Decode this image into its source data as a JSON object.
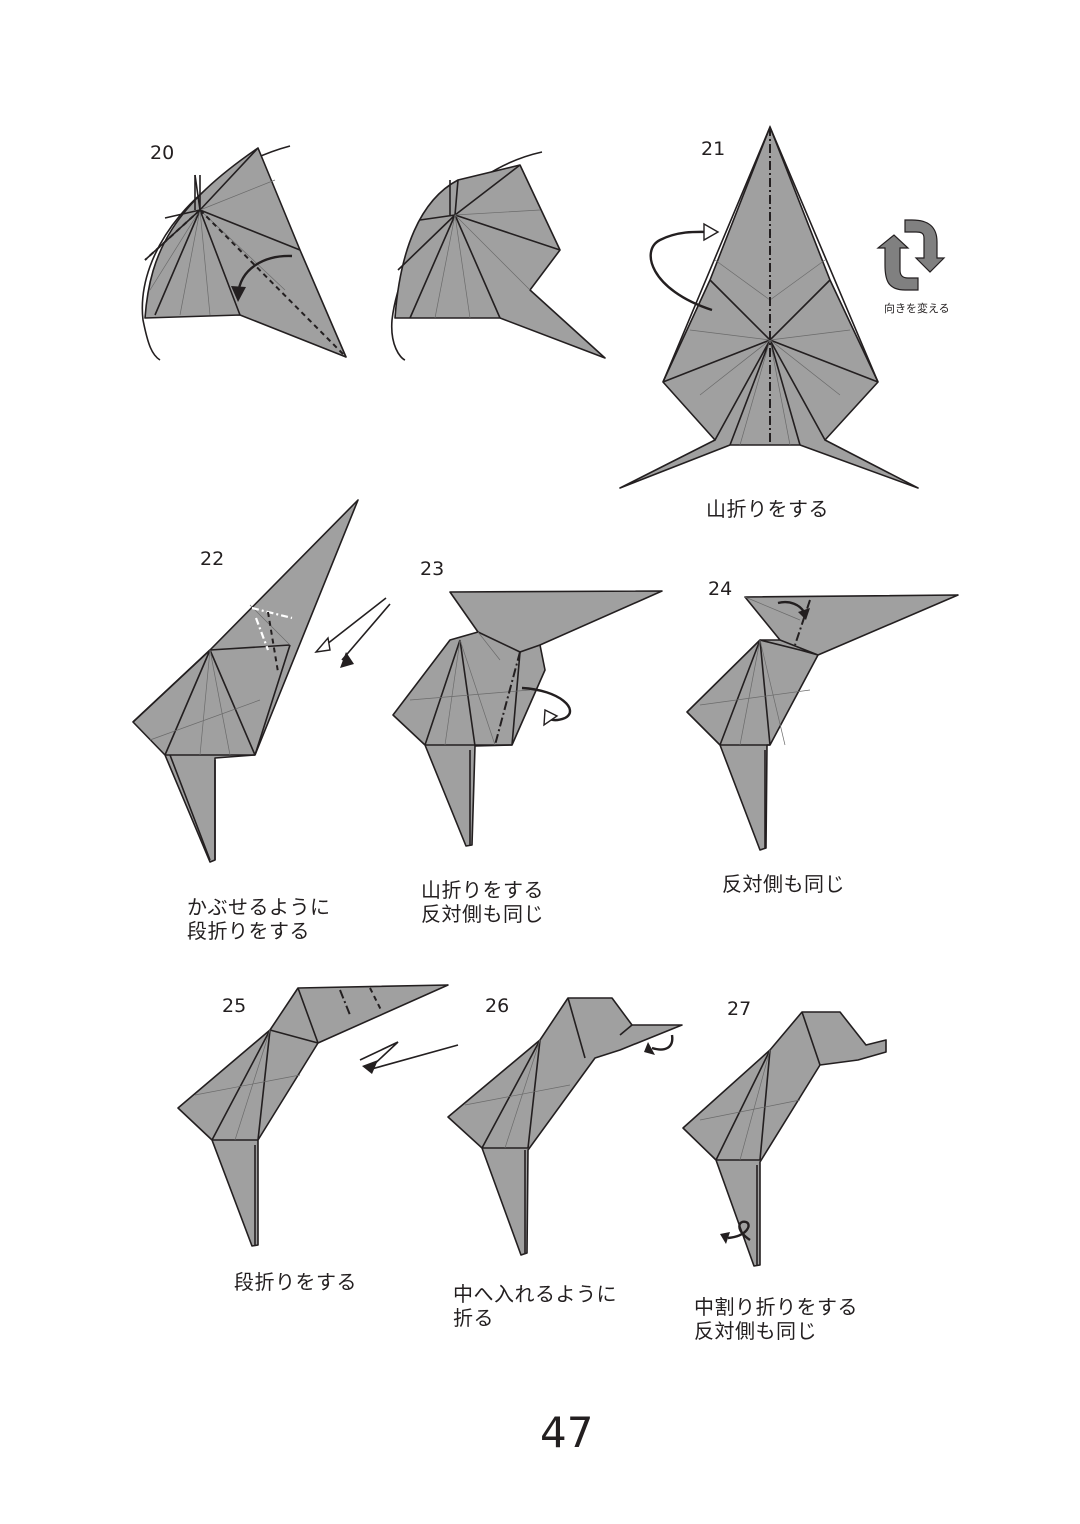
{
  "steps": [
    {
      "number": "20",
      "caption": ""
    },
    {
      "number": "21",
      "caption": "山折りをする",
      "side_note": "向きを変える"
    },
    {
      "number": "22",
      "caption": "かぶせるように\n段折りをする"
    },
    {
      "number": "23",
      "caption": "山折りをする\n反対側も同じ"
    },
    {
      "number": "24",
      "caption": "反対側も同じ"
    },
    {
      "number": "25",
      "caption": "段折りをする"
    },
    {
      "number": "26",
      "caption": "中へ入れるように\n折る"
    },
    {
      "number": "27",
      "caption": "中割り折りをする\n反対側も同じ"
    }
  ],
  "page_number": "47",
  "icons": {
    "rotate": "rotate-arrows-icon"
  },
  "colors": {
    "paper": "#a0a0a0",
    "line": "#231f20"
  }
}
